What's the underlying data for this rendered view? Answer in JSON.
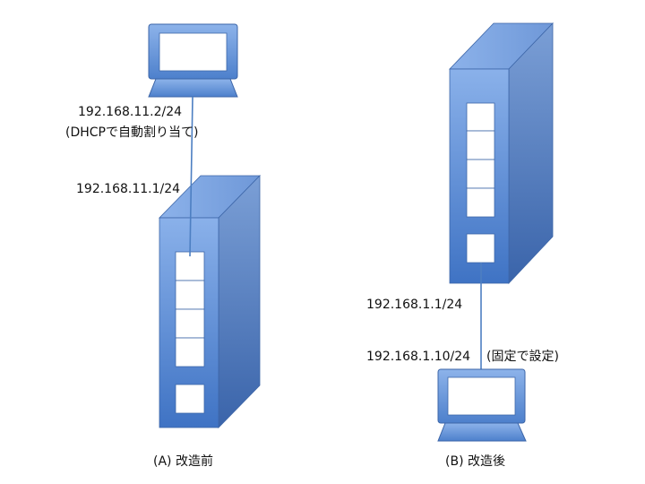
{
  "diagram_a": {
    "pc_ip": "192.168.11.2/24",
    "pc_note": "(DHCPで自動割り当て)",
    "router_ip": "192.168.11.1/24",
    "caption": "(A) 改造前"
  },
  "diagram_b": {
    "router_ip": "192.168.1.1/24",
    "pc_ip": "192.168.1.10/24",
    "pc_note": "(固定で設定)",
    "caption": "(B) 改造後"
  },
  "colors": {
    "front": "#5b8fd6",
    "side": "#4470b4",
    "top": "#7ea6e2",
    "cable": "#4d7fc2",
    "port": "#ffffff",
    "outline": "#3d66a8"
  }
}
